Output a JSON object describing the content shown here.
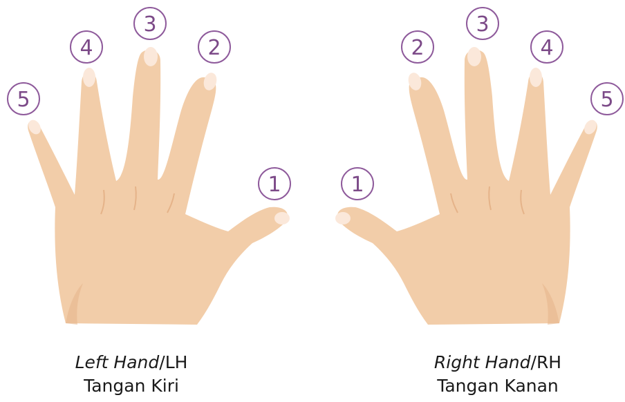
{
  "left_hand": {
    "italic_label": "Left Hand",
    "abbrev": "/LH",
    "translation": "Tangan Kiri",
    "finger_numbers": [
      "5",
      "4",
      "3",
      "2",
      "1"
    ]
  },
  "right_hand": {
    "italic_label": "Right Hand",
    "abbrev": "/RH",
    "translation": "Tangan Kanan",
    "finger_numbers": [
      "1",
      "2",
      "3",
      "4",
      "5"
    ]
  },
  "colors": {
    "skin": "#f2cda9",
    "skin_shadow": "#e6b48b",
    "nail": "#fbe8da",
    "circle_stroke": "#8e5a9b",
    "number_text": "#7c4a88"
  }
}
